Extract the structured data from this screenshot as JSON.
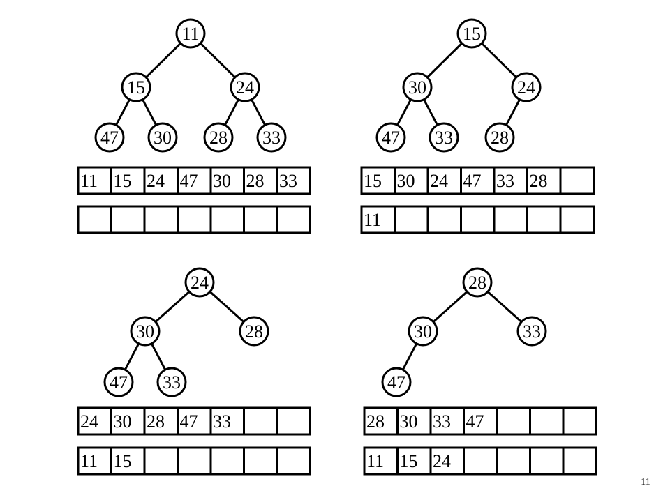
{
  "slide": {
    "page_number": "11",
    "background_color": "#ffffff",
    "line_color": "#000000"
  },
  "panels": [
    {
      "tree": [
        "11",
        "15",
        "24",
        "47",
        "30",
        "28",
        "33"
      ],
      "heap_array": [
        "11",
        "15",
        "24",
        "47",
        "30",
        "28",
        "33"
      ],
      "output_array": [
        "",
        "",
        "",
        "",
        "",
        "",
        ""
      ]
    },
    {
      "tree": [
        "15",
        "30",
        "24",
        "47",
        "33",
        "28"
      ],
      "heap_array": [
        "15",
        "30",
        "24",
        "47",
        "33",
        "28",
        ""
      ],
      "output_array": [
        "11",
        "",
        "",
        "",
        "",
        "",
        ""
      ]
    },
    {
      "tree": [
        "24",
        "30",
        "28",
        "47",
        "33"
      ],
      "heap_array": [
        "24",
        "30",
        "28",
        "47",
        "33",
        "",
        ""
      ],
      "output_array": [
        "11",
        "15",
        "",
        "",
        "",
        "",
        ""
      ]
    },
    {
      "tree": [
        "28",
        "30",
        "33",
        "47"
      ],
      "heap_array": [
        "28",
        "30",
        "33",
        "47",
        "",
        "",
        ""
      ],
      "output_array": [
        "11",
        "15",
        "24",
        "",
        "",
        "",
        ""
      ]
    }
  ]
}
